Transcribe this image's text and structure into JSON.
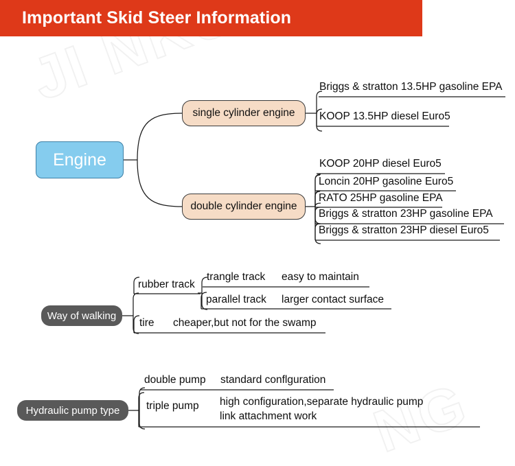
{
  "header": {
    "title": "Important Skid Steer Information",
    "bg_color": "#DE3919",
    "text_color": "#FFFFFF"
  },
  "watermark": {
    "text_left": "JI NKU",
    "text_right": "NG"
  },
  "colors": {
    "root_node": "#85CCEE",
    "branch_node": "#F6DCC6",
    "pill_node": "#595959",
    "line": "#1B1B1B",
    "text": "#0D0D0D"
  },
  "mindmap": {
    "topics": [
      {
        "id": "engine",
        "label": "Engine",
        "style": "root",
        "branches": [
          {
            "label": "single cylinder engine",
            "leaves": [
              {
                "col1": "Briggs & stratton 13.5HP gasoline EPA",
                "col2": ""
              },
              {
                "col1": "KOOP 13.5HP diesel Euro5",
                "col2": ""
              }
            ]
          },
          {
            "label": "double cylinder engine",
            "leaves": [
              {
                "col1": "KOOP 20HP diesel Euro5",
                "col2": ""
              },
              {
                "col1": "Loncin 20HP gasoline Euro5",
                "col2": ""
              },
              {
                "col1": "RATO 25HP gasoline EPA",
                "col2": ""
              },
              {
                "col1": "Briggs & stratton 23HP gasoline EPA",
                "col2": ""
              },
              {
                "col1": "Briggs & stratton 23HP diesel Euro5",
                "col2": ""
              }
            ]
          }
        ]
      },
      {
        "id": "way-of-walking",
        "label": "Way of walking",
        "style": "pill",
        "leaves": [
          {
            "col1": "rubber track",
            "col2": "",
            "sub": [
              {
                "col1": "trangle track",
                "col2": "easy to maintain"
              },
              {
                "col1": "parallel track",
                "col2": "larger contact surface"
              }
            ]
          },
          {
            "col1": "tire",
            "col2": "cheaper,but not for the swamp",
            "sub": []
          }
        ]
      },
      {
        "id": "hydraulic-pump-type",
        "label": "Hydraulic pump type",
        "style": "pill",
        "leaves": [
          {
            "col1": "double pump",
            "col2": "standard conflguration",
            "sub": []
          },
          {
            "col1": "triple pump",
            "col2": "high configuration,separate hydraulic pump\nlink attachment work",
            "sub": []
          }
        ]
      }
    ]
  }
}
